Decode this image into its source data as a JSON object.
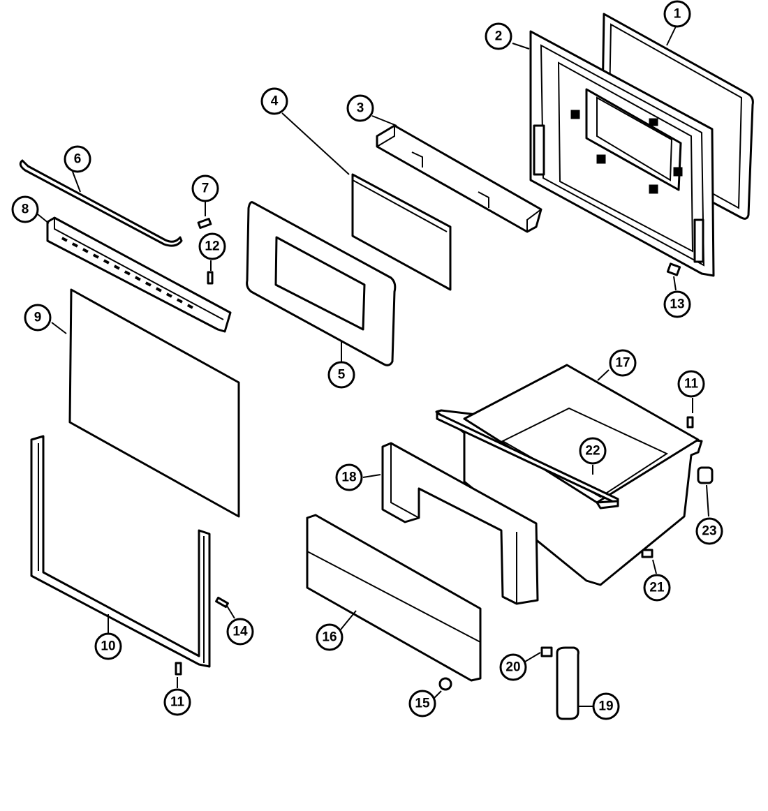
{
  "callouts": [
    {
      "id": "c1",
      "label": "1"
    },
    {
      "id": "c2",
      "label": "2"
    },
    {
      "id": "c3",
      "label": "3"
    },
    {
      "id": "c4",
      "label": "4"
    },
    {
      "id": "c5",
      "label": "5"
    },
    {
      "id": "c6",
      "label": "6"
    },
    {
      "id": "c7",
      "label": "7"
    },
    {
      "id": "c8",
      "label": "8"
    },
    {
      "id": "c9",
      "label": "9"
    },
    {
      "id": "c10",
      "label": "10"
    },
    {
      "id": "c11a",
      "label": "11"
    },
    {
      "id": "c11b",
      "label": "11"
    },
    {
      "id": "c12",
      "label": "12"
    },
    {
      "id": "c13",
      "label": "13"
    },
    {
      "id": "c14",
      "label": "14"
    },
    {
      "id": "c15",
      "label": "15"
    },
    {
      "id": "c16",
      "label": "16"
    },
    {
      "id": "c17",
      "label": "17"
    },
    {
      "id": "c18",
      "label": "18"
    },
    {
      "id": "c19",
      "label": "19"
    },
    {
      "id": "c20",
      "label": "20"
    },
    {
      "id": "c21",
      "label": "21"
    },
    {
      "id": "c22",
      "label": "22"
    },
    {
      "id": "c23",
      "label": "23"
    }
  ]
}
